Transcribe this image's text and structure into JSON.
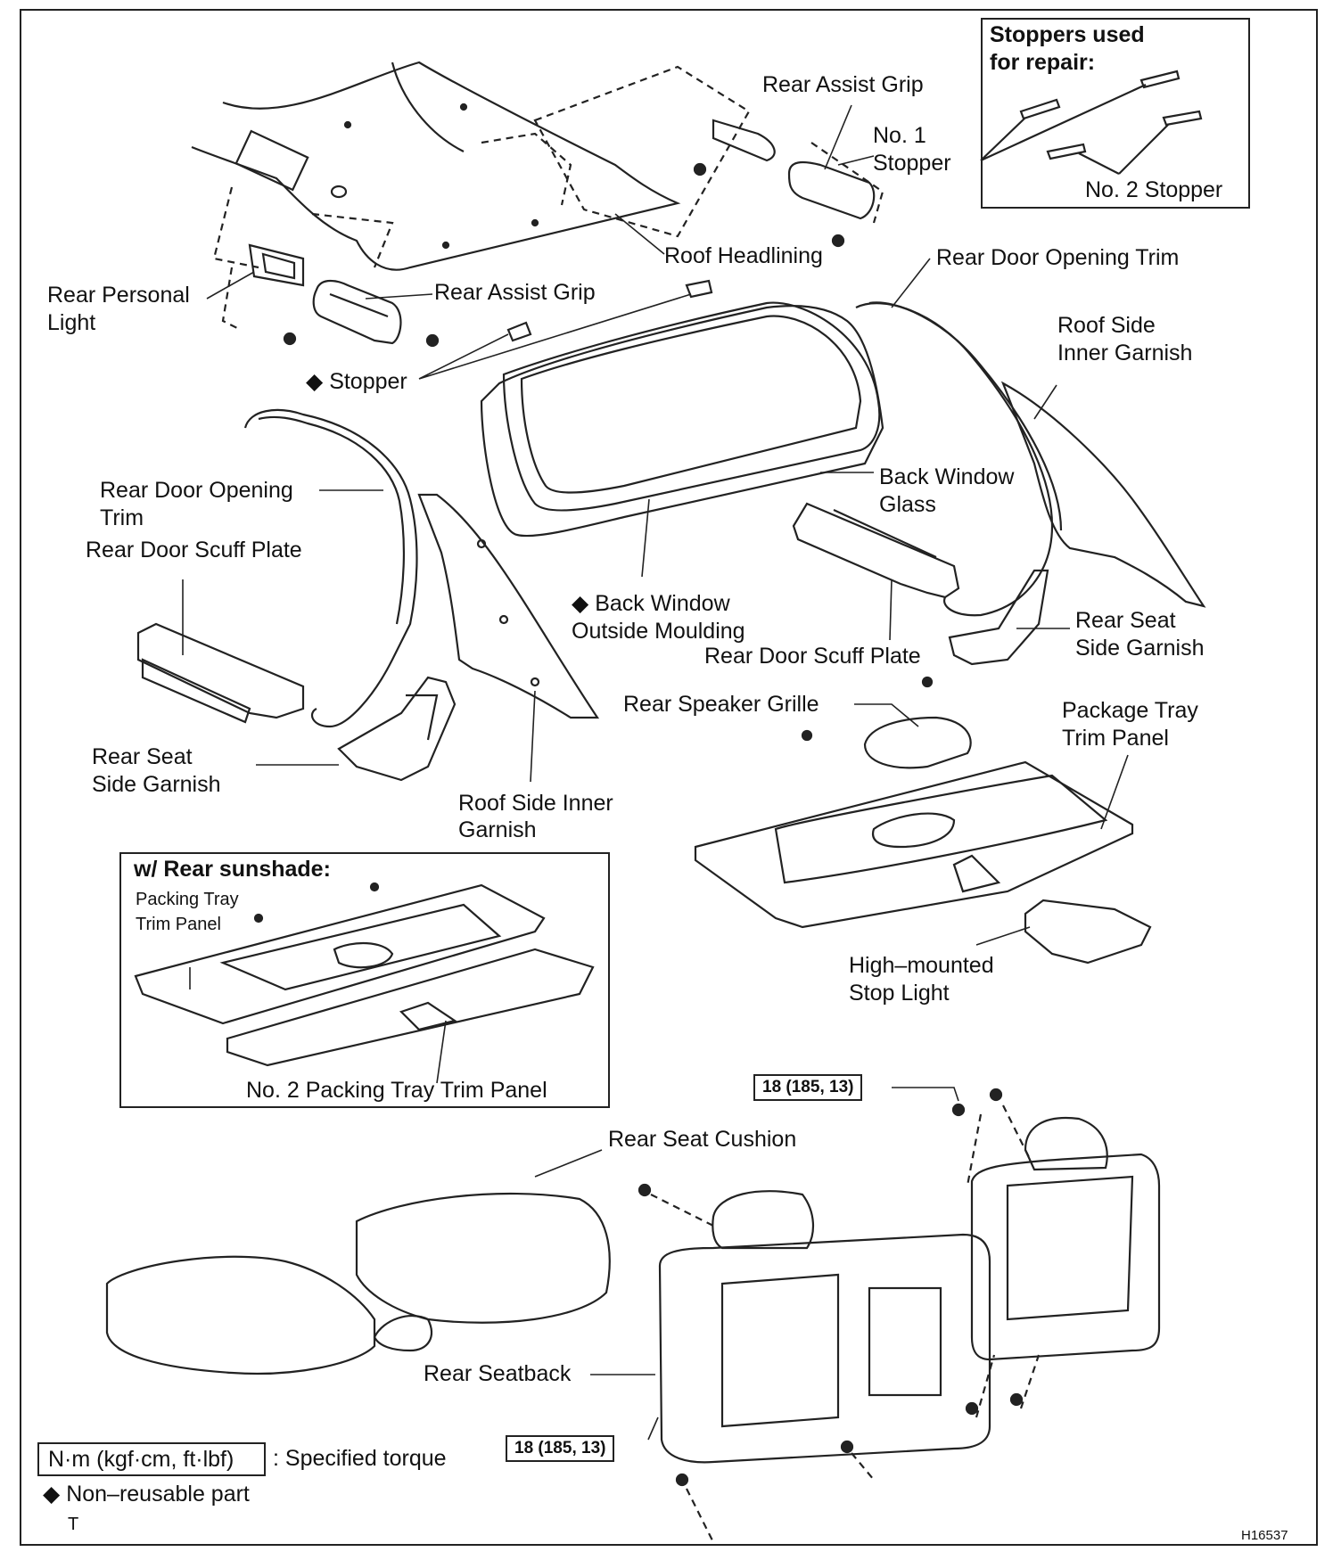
{
  "labels": {
    "rear_assist_grip_top": "Rear Assist Grip",
    "no1_stopper_a": "No. 1",
    "no1_stopper_b": "Stopper",
    "roof_headlining": "Roof Headlining",
    "rear_personal_light_a": "Rear Personal",
    "rear_personal_light_b": "Light",
    "rear_assist_grip_mid": "Rear Assist Grip",
    "stopper": "Stopper",
    "rear_door_opening_trim_right": "Rear Door Opening Trim",
    "roof_side_inner_garnish_right_a": "Roof Side",
    "roof_side_inner_garnish_right_b": "Inner Garnish",
    "rear_door_opening_trim_left_a": "Rear Door Opening",
    "rear_door_opening_trim_left_b": "Trim",
    "rear_door_scuff_plate_left": "Rear Door Scuff Plate",
    "back_window_glass_a": "Back Window",
    "back_window_glass_b": "Glass",
    "back_window_moulding_a": "Back Window",
    "back_window_moulding_b": "Outside Moulding",
    "rear_door_scuff_plate_right": "Rear Door Scuff Plate",
    "rear_seat_side_garnish_right_a": "Rear Seat",
    "rear_seat_side_garnish_right_b": "Side Garnish",
    "rear_speaker_grille": "Rear Speaker Grille",
    "package_tray_a": "Package Tray",
    "package_tray_b": "Trim Panel",
    "rear_seat_side_garnish_left_a": "Rear Seat",
    "rear_seat_side_garnish_left_b": "Side Garnish",
    "roof_side_inner_garnish_left_a": "Roof Side Inner",
    "roof_side_inner_garnish_left_b": "Garnish",
    "high_mounted_a": "High–mounted",
    "high_mounted_b": "Stop Light",
    "rear_seat_cushion": "Rear Seat Cushion",
    "rear_seatback": "Rear Seatback"
  },
  "stoppers_box": {
    "title_a": "Stoppers used",
    "title_b": "for repair:",
    "no2_stopper": "No. 2 Stopper"
  },
  "sunshade_box": {
    "title": "w/ Rear sunshade:",
    "packing_tray_a": "Packing Tray",
    "packing_tray_b": "Trim Panel",
    "no2_packing": "No. 2 Packing Tray Trim Panel"
  },
  "torque": {
    "upper": "18 (185, 13)",
    "lower": "18 (185, 13)"
  },
  "legend": {
    "unit": "N·m (kgf·cm, ft·lbf)",
    "unit_desc": ": Specified torque",
    "diamond": "◆",
    "non_reusable": "Non–reusable part",
    "t_mark": "T"
  },
  "figure_id": "H16537"
}
